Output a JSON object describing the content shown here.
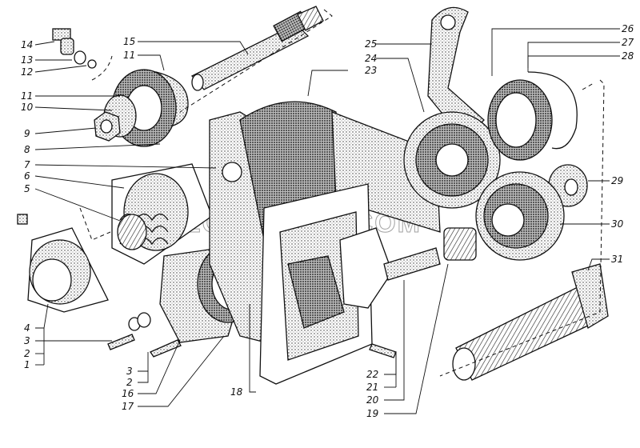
{
  "watermark": "ELCSERVER.COM",
  "callouts": [
    {
      "id": "c14",
      "label": "14"
    },
    {
      "id": "c13",
      "label": "13"
    },
    {
      "id": "c12",
      "label": "12"
    },
    {
      "id": "c11a",
      "label": "11"
    },
    {
      "id": "c11b",
      "label": "11"
    },
    {
      "id": "c10",
      "label": "10"
    },
    {
      "id": "c9",
      "label": "9"
    },
    {
      "id": "c8",
      "label": "8"
    },
    {
      "id": "c7",
      "label": "7"
    },
    {
      "id": "c6",
      "label": "6"
    },
    {
      "id": "c5",
      "label": "5"
    },
    {
      "id": "c4",
      "label": "4"
    },
    {
      "id": "c3a",
      "label": "3"
    },
    {
      "id": "c2a",
      "label": "2"
    },
    {
      "id": "c1",
      "label": "1"
    },
    {
      "id": "c3b",
      "label": "3"
    },
    {
      "id": "c2b",
      "label": "2"
    },
    {
      "id": "c16",
      "label": "16"
    },
    {
      "id": "c17",
      "label": "17"
    },
    {
      "id": "c15",
      "label": "15"
    },
    {
      "id": "c23",
      "label": "23"
    },
    {
      "id": "c25",
      "label": "25"
    },
    {
      "id": "c24",
      "label": "24"
    },
    {
      "id": "c26",
      "label": "26"
    },
    {
      "id": "c27",
      "label": "27"
    },
    {
      "id": "c28",
      "label": "28"
    },
    {
      "id": "c29",
      "label": "29"
    },
    {
      "id": "c30",
      "label": "30"
    },
    {
      "id": "c31",
      "label": "31"
    },
    {
      "id": "c18",
      "label": "18"
    },
    {
      "id": "c22",
      "label": "22"
    },
    {
      "id": "c21",
      "label": "21"
    },
    {
      "id": "c20",
      "label": "20"
    },
    {
      "id": "c19",
      "label": "19"
    }
  ]
}
